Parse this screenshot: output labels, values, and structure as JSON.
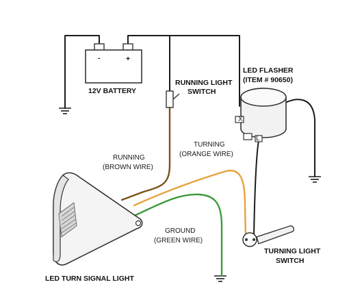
{
  "labels": {
    "battery": "12V BATTERY",
    "battery_minus": "-",
    "battery_plus": "+",
    "running_switch_line1": "RUNNING LIGHT",
    "running_switch_line2": "SWITCH",
    "flasher_line1": "LED FLASHER",
    "flasher_line2": "(ITEM # 90650)",
    "turning_wire_line1": "TURNING",
    "turning_wire_line2": "(ORANGE WIRE)",
    "running_wire_line1": "RUNNING",
    "running_wire_line2": "(BROWN WIRE)",
    "ground_wire_line1": "GROUND",
    "ground_wire_line2": "(GREEN WIRE)",
    "turning_switch_line1": "TURNING LIGHT",
    "turning_switch_line2": "SWITCH",
    "signal_light": "LED TURN SIGNAL LIGHT",
    "flasher_x": "X",
    "flasher_l": "L"
  },
  "colors": {
    "black_wire": "#1a1a1a",
    "brown_wire": "#7a5218",
    "orange_wire": "#e6a23c",
    "green_wire": "#3a9a3a",
    "outline": "#333333",
    "device_fill": "#f2f2f2"
  },
  "icons": [
    "battery-icon",
    "ground-icon",
    "switch-icon",
    "flasher-icon",
    "toggle-switch-icon",
    "turn-signal-light-icon"
  ]
}
